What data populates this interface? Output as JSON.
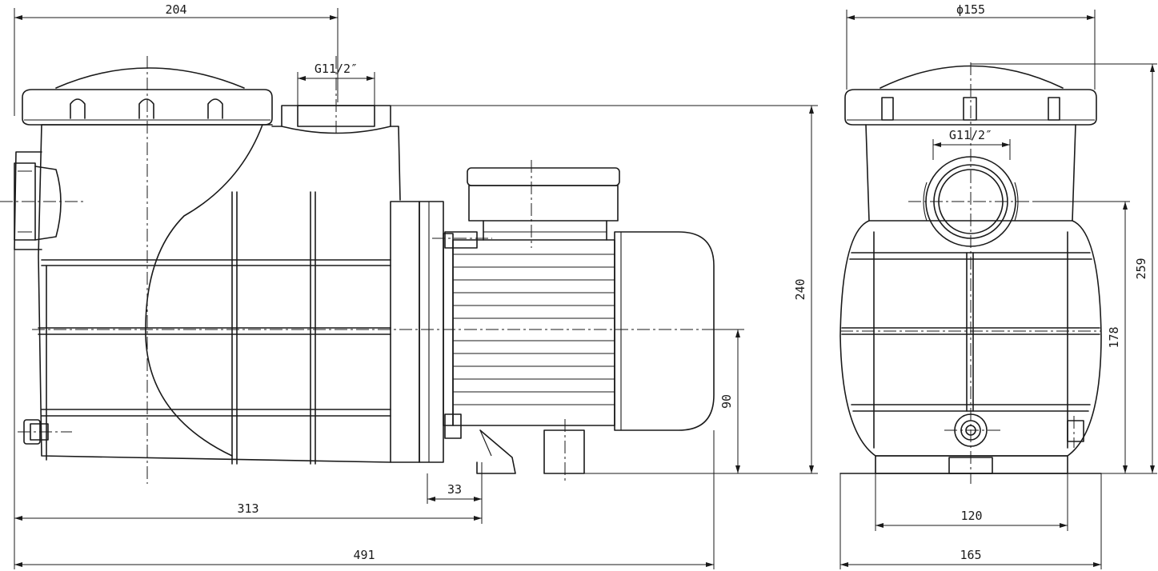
{
  "dimensions": {
    "overall_length": "491",
    "base_length": "313",
    "foot_width": "33",
    "top_width": "204",
    "inlet_thread": "G11/2″",
    "height_overall": "240",
    "shaft_height": "90",
    "lid_diameter": "ϕ155",
    "front_thread": "G11/2″",
    "front_height": "259",
    "front_inlet_height": "178",
    "front_base_width": "120",
    "front_overall_width": "165"
  }
}
